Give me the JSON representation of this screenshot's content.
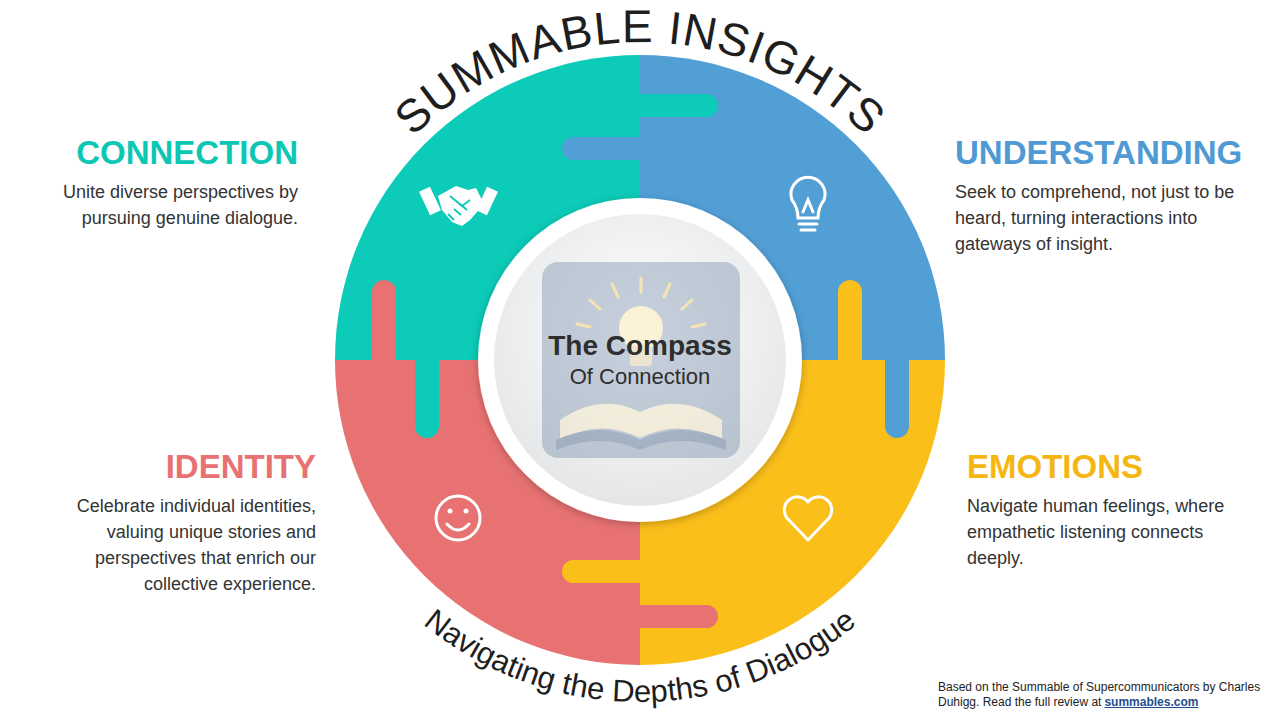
{
  "diagram": {
    "title": "SUMMABLE INSIGHTS",
    "caption": "Navigating the Depths of Dialogue",
    "nodes": [
      {
        "text": [
          "CONNECTION",
          "Unite diverse perspectives by pursuing genuine dialogue."
        ]
      },
      {
        "text": [
          "UNDERSTANDING",
          "Seek to comprehend, not just to be heard, turning interactions into gateways of insight."
        ]
      },
      {
        "text": [
          "The Compass",
          "Of Connection"
        ]
      },
      {
        "text": [
          "IDENTITY",
          "Celebrate individual identities, valuing unique stories and perspectives that enrich our collective experience."
        ]
      },
      {
        "text": [
          "EMOTIONS",
          "Navigate human feelings, where empathetic listening connects deeply."
        ]
      }
    ],
    "labels": [
      "Based on the Summable of Supercommunicators  by Charles Duhigg. Read the full review at",
      "summables.com"
    ]
  }
}
